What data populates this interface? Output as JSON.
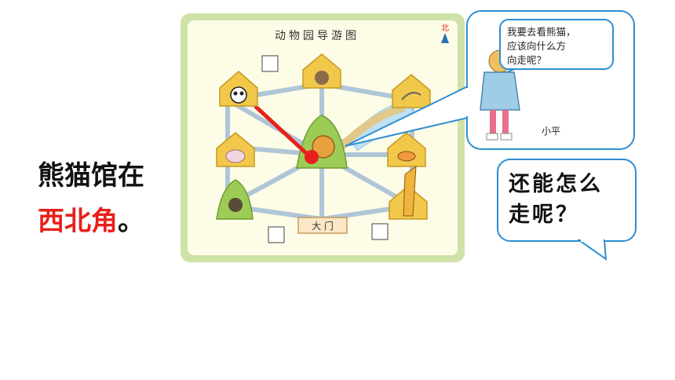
{
  "left_text": {
    "line1": "熊猫馆在",
    "line2_highlight": "西北角",
    "line2_tail": "。"
  },
  "map": {
    "title": "动物园导游图",
    "north_label": "北",
    "gate_label": "大 门"
  },
  "speech_small": {
    "line1": "我要去看熊猫，",
    "line2": "应该向什么方",
    "line3": "向走呢？"
  },
  "person_name": "小平",
  "speech_big": {
    "line1": "还能怎么",
    "line2": "走呢？"
  },
  "colors": {
    "highlight": "#e8201c",
    "bubble_border": "#2f8fd0",
    "map_frame": "#cfe2a8",
    "path": "#b0c6d8",
    "house": "#f1c84a"
  },
  "icons": [
    "panda-icon",
    "monkey-icon",
    "bird-icon",
    "elephant-icon",
    "lion-icon",
    "fish-icon",
    "gorilla-icon",
    "giraffe-icon",
    "restroom-icon",
    "phone-icon",
    "north-arrow-icon"
  ]
}
